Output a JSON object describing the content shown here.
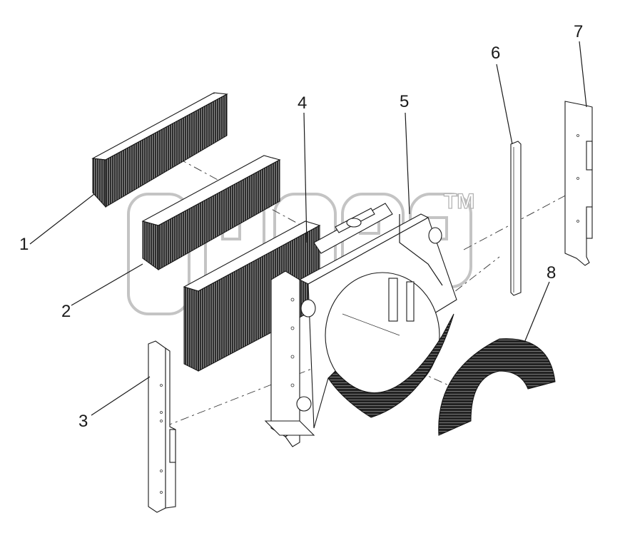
{
  "watermark": {
    "trademark": "TM"
  },
  "callouts": [
    {
      "id": "1",
      "text": "1"
    },
    {
      "id": "2",
      "text": "2"
    },
    {
      "id": "3",
      "text": "3"
    },
    {
      "id": "4",
      "text": "4"
    },
    {
      "id": "5",
      "text": "5"
    },
    {
      "id": "6",
      "text": "6"
    },
    {
      "id": "7",
      "text": "7"
    },
    {
      "id": "8",
      "text": "8"
    }
  ]
}
